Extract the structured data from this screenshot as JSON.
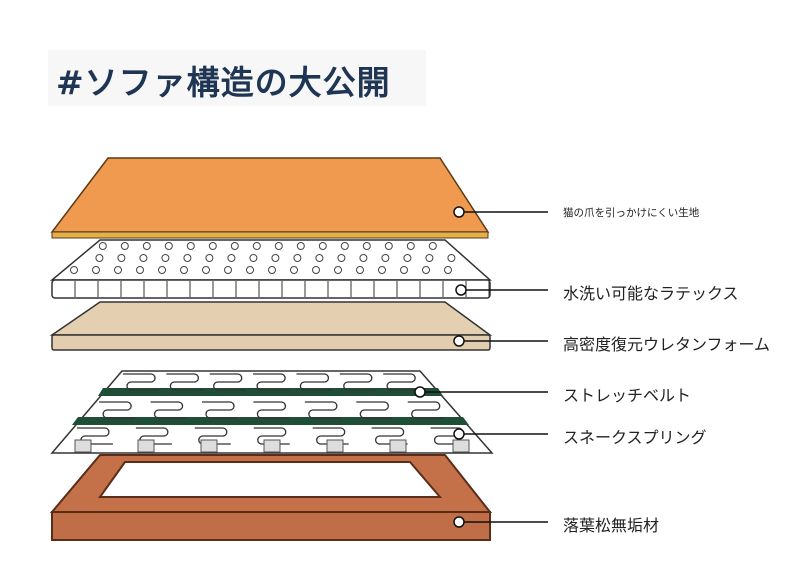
{
  "title": "#ソファ構造の大公開",
  "layers": [
    {
      "label": "猫の爪を引っかけにくい生地",
      "color": "#ef9a4e"
    },
    {
      "label": "水洗い可能なラテックス",
      "color": "#ffffff"
    },
    {
      "label": "高密度復元ウレタンフォーム",
      "color": "#e4cfb0"
    },
    {
      "label": "ストレッチベルト",
      "color": "#1f4d35"
    },
    {
      "label": "スネークスプリング",
      "color": "#ffffff"
    },
    {
      "label": "落葉松無垢材",
      "color": "#c4714a"
    }
  ]
}
